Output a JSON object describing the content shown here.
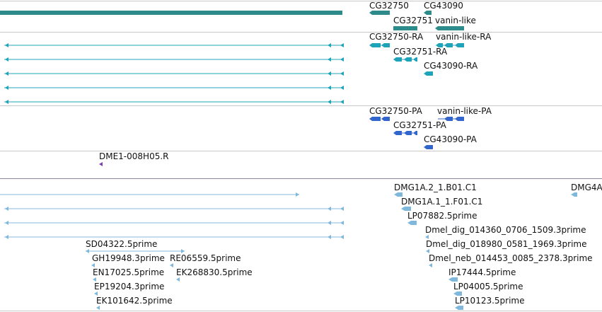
{
  "colors": {
    "gene": "#2e8b8b",
    "transcript": "#1fa3b8",
    "protein": "#3366cc",
    "est_match": "#7a3fb0",
    "alignment": "#80b8dc"
  },
  "genes": {
    "labels": [
      "CG32750",
      "CG43090",
      "CG32751",
      "vanin-like"
    ]
  },
  "transcripts": {
    "labels": [
      "CG32750-RA",
      "vanin-like-RA",
      "CG32751-RA",
      "CG43090-RA"
    ]
  },
  "proteins": {
    "labels": [
      "CG32750-PA",
      "vanin-like-PA",
      "CG32751-PA",
      "CG43090-PA"
    ]
  },
  "est_match": {
    "labels": [
      "DME1-008H05.R"
    ]
  },
  "alignments": {
    "labels": [
      "DMG1A.2_1.B01.C1",
      "DMG4A",
      "DMG1A.1_1.F01.C1",
      "LP07882.5prime",
      "Dmel_dig_014360_0706_1509.3prime",
      "SD04322.5prime",
      "Dmel_dig_018980_0581_1969.3prime",
      "GH19948.3prime",
      "RE06559.5prime",
      "Dmel_neb_014453_0085_2378.3prime",
      "EN17025.5prime",
      "EK268830.5prime",
      "IP17444.5prime",
      "EP19204.3prime",
      "LP04005.5prime",
      "EK101642.5prime",
      "LP10123.5prime"
    ]
  }
}
